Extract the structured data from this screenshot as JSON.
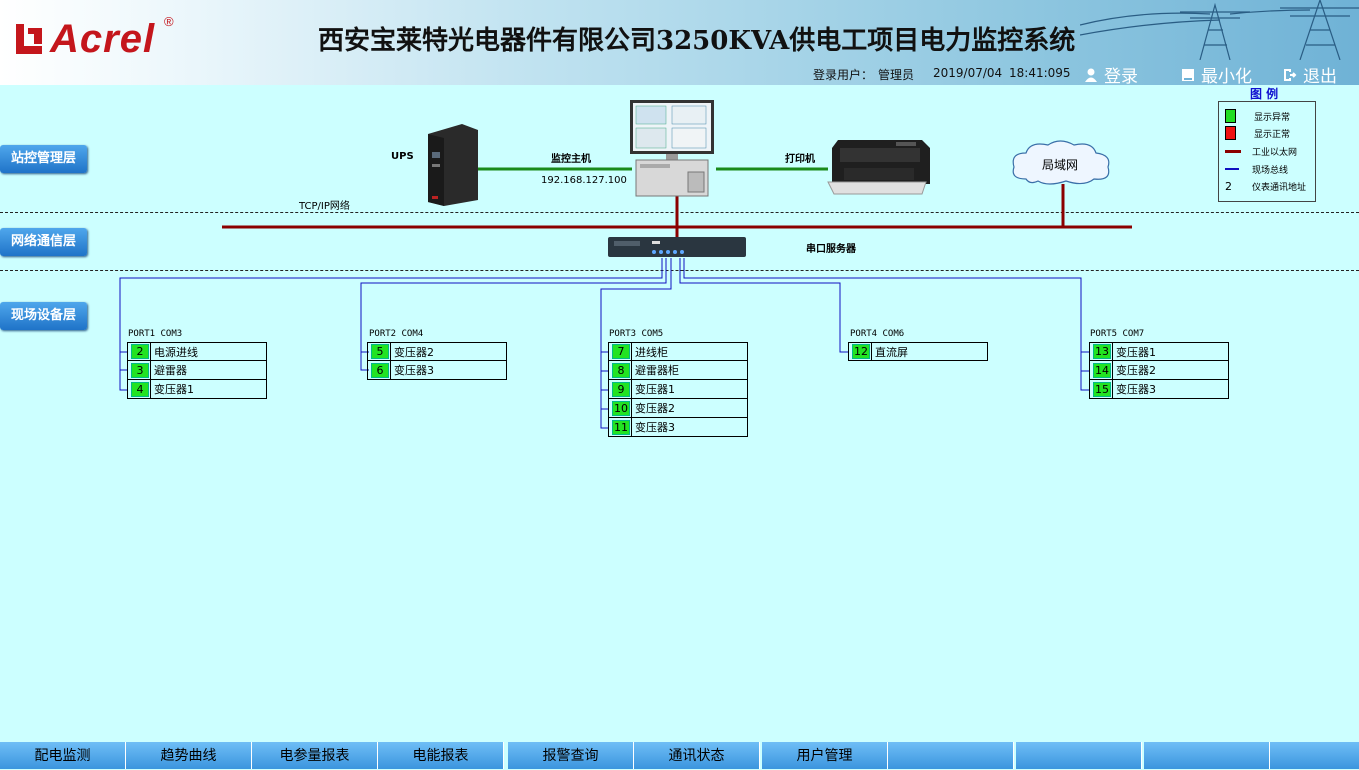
{
  "header": {
    "logo_text": "Acrel",
    "logo_reg": "®",
    "title": "西安宝莱特光电器件有限公司3250KVA供电工项目电力监控系统",
    "user_label": "登录用户：",
    "user_name": "管理员",
    "date": "2019/07/04",
    "time": "18:41:095",
    "login": "登录",
    "minimize": "最小化",
    "exit": "退出"
  },
  "layers": {
    "station": "站控管理层",
    "network": "网络通信层",
    "field": "现场设备层"
  },
  "topology": {
    "ups": "UPS",
    "host": "监控主机",
    "host_ip": "192.168.127.100",
    "printer": "打印机",
    "lan": "局域网",
    "tcpip": "TCP/IP网络",
    "serial_server": "串口服务器"
  },
  "legend": {
    "title": "图 例",
    "items": [
      "显示异常",
      "显示正常",
      "工业以太网",
      "现场总线",
      "仪表通讯地址"
    ],
    "addr_sample": "2",
    "colors": {
      "abnormal": "#22dd22",
      "normal": "#ee1111",
      "ethernet": "#8b0000",
      "fieldbus": "#1010c0"
    }
  },
  "ports": [
    {
      "title": "PORT1 COM3",
      "devices": [
        {
          "addr": "2",
          "name": "电源进线"
        },
        {
          "addr": "3",
          "name": "避雷器"
        },
        {
          "addr": "4",
          "name": "变压器1"
        }
      ]
    },
    {
      "title": "PORT2 COM4",
      "devices": [
        {
          "addr": "5",
          "name": "变压器2"
        },
        {
          "addr": "6",
          "name": "变压器3"
        }
      ]
    },
    {
      "title": "PORT3 COM5",
      "devices": [
        {
          "addr": "7",
          "name": "进线柜"
        },
        {
          "addr": "8",
          "name": "避雷器柜"
        },
        {
          "addr": "9",
          "name": "变压器1"
        },
        {
          "addr": "10",
          "name": "变压器2"
        },
        {
          "addr": "11",
          "name": "变压器3"
        }
      ]
    },
    {
      "title": "PORT4 COM6",
      "devices": [
        {
          "addr": "12",
          "name": "直流屏"
        }
      ]
    },
    {
      "title": "PORT5 COM7",
      "devices": [
        {
          "addr": "13",
          "name": "变压器1"
        },
        {
          "addr": "14",
          "name": "变压器2"
        },
        {
          "addr": "15",
          "name": "变压器3"
        }
      ]
    }
  ],
  "nav": {
    "tabs": [
      "配电监测",
      "趋势曲线",
      "电参量报表",
      "电能报表",
      "报警查询",
      "通讯状态",
      "用户管理",
      "",
      "",
      "",
      ""
    ]
  }
}
